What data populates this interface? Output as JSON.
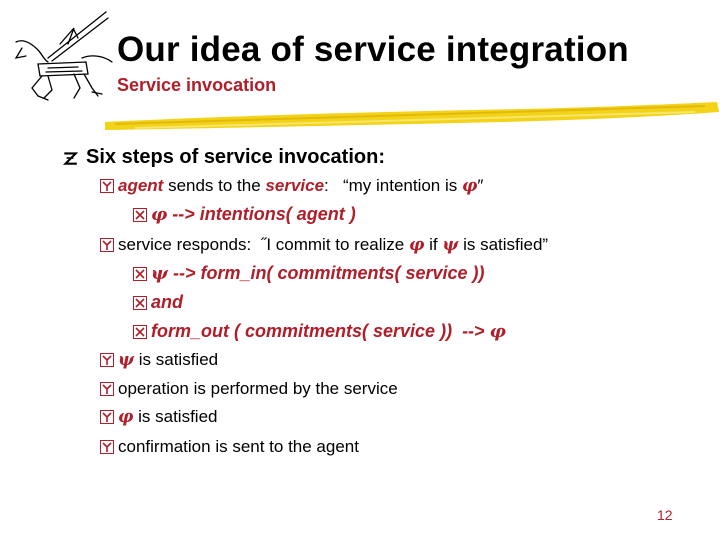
{
  "slide": {
    "title": "Our idea of service integration",
    "subtitle": "Service invocation",
    "page_number": "12"
  },
  "bullets": {
    "main": "Six steps  of service invocation:",
    "step1": {
      "agent": "agent",
      "sends": " sends to the ",
      "service": "service",
      "colon_quote": ":   “my intention is ",
      "phi": "φ",
      "end": "″"
    },
    "step1_sub": {
      "phi": "φ",
      "text": " --> intentions( agent )"
    },
    "step2": {
      "text1": "service responds:  ˝I commit to realize ",
      "phi": "φ",
      "text2": " if ",
      "psi": "ψ",
      "text3": " is satisfied”"
    },
    "step2_sub1": {
      "psi": "ψ",
      "text": " --> form_in( commitments( service ))"
    },
    "step2_sub2": {
      "text": "and"
    },
    "step2_sub3": {
      "text": "form_out ( commitments( service ))  --> ",
      "phi": "φ"
    },
    "step3": {
      "psi": "ψ",
      "text": " is satisfied"
    },
    "step4": {
      "text": "operation is performed by the service"
    },
    "step5": {
      "phi": "φ",
      "text": " is satisfied"
    },
    "step6": {
      "text": "confirmation is sent to the agent"
    }
  },
  "icons": {
    "level1_bullet": "z-bullet-icon",
    "level2_bullet": "y-box-bullet-icon",
    "level3_bullet": "x-box-bullet-icon",
    "logo": "quixote-sketch-logo",
    "accent": "#b01e2a",
    "brush": "#f2d318"
  }
}
